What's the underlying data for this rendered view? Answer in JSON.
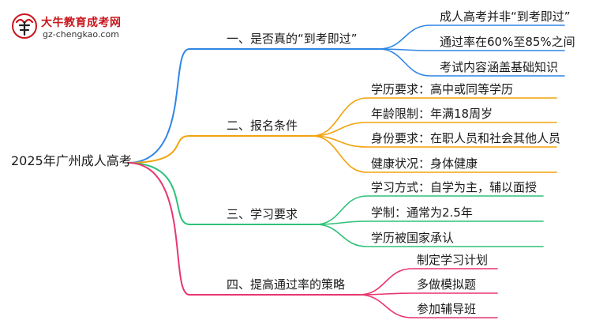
{
  "logo": {
    "name_cn": "大牛教育成考网",
    "url": "gz-chengkao.com"
  },
  "root": "2025年广州成人高考",
  "branches": [
    {
      "title": "一、是否真的“到考即过”",
      "color": "#2f86e6",
      "children": [
        "成人高考并非“到考即过”",
        "通过率在60%至85%之间",
        "考试内容涵盖基础知识"
      ]
    },
    {
      "title": "二、报名条件",
      "color": "#f2a30f",
      "children": [
        "学历要求：高中或同等学历",
        "年龄限制：年满18周岁",
        "身份要求：在职人员和社会其他人员",
        "健康状况：身体健康"
      ]
    },
    {
      "title": "三、学习要求",
      "color": "#2ec27a",
      "children": [
        "学习方式：自学为主，辅以面授",
        "学制：通常为2.5年",
        "学历被国家承认"
      ]
    },
    {
      "title": "四、提高通过率的策略",
      "color": "#e8366e",
      "children": [
        "制定学习计划",
        "多做模拟题",
        "参加辅导班"
      ]
    }
  ]
}
